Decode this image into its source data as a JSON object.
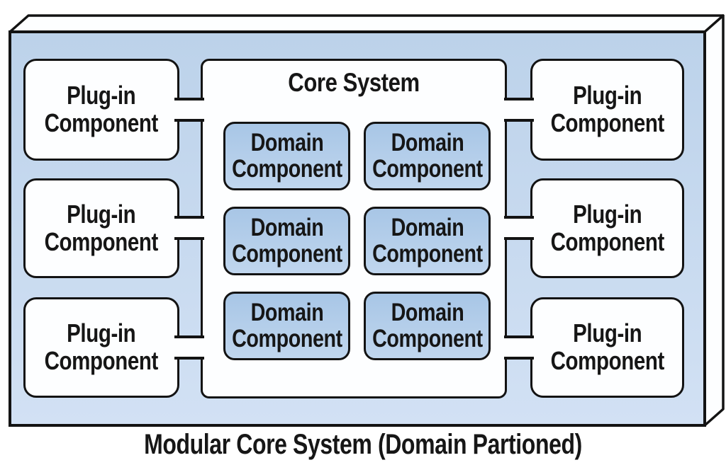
{
  "colors": {
    "face_blue_top": "#bcd2ea",
    "face_blue_bottom": "#d2e1f4",
    "domain_blue_top": "#a8c6e6",
    "domain_blue_bottom": "#c0d6ee",
    "box_white": "#fdfeff",
    "line": "#131313",
    "text": "#161616"
  },
  "caption": "Modular Core System (Domain Partioned)",
  "core": {
    "title": "Core System",
    "domain_components": [
      {
        "label": "Domain\nComponent"
      },
      {
        "label": "Domain\nComponent"
      },
      {
        "label": "Domain\nComponent"
      },
      {
        "label": "Domain\nComponent"
      },
      {
        "label": "Domain\nComponent"
      },
      {
        "label": "Domain\nComponent"
      }
    ]
  },
  "left_plugins": [
    {
      "label": "Plug-in\nComponent"
    },
    {
      "label": "Plug-in\nComponent"
    },
    {
      "label": "Plug-in\nComponent"
    }
  ],
  "right_plugins": [
    {
      "label": "Plug-in\nComponent"
    },
    {
      "label": "Plug-in\nComponent"
    },
    {
      "label": "Plug-in\nComponent"
    }
  ]
}
